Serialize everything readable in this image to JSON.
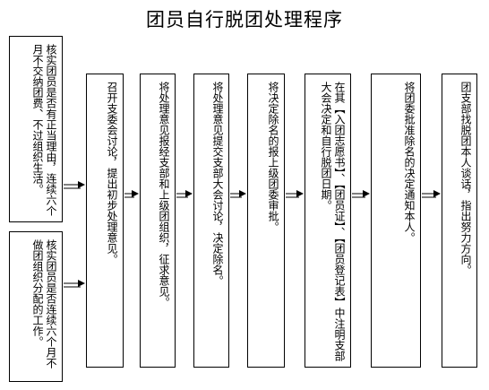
{
  "title": "团员自行脱团处理程序",
  "steps": {
    "verify_a": "核实团员是否有正当理由，连续六个月不交纳团费、不过组织生活。",
    "verify_b": "核实团员是否连续六个月不做团组织分配的工作。",
    "meeting": "召开支委会讨论，提出初步处理意见。",
    "report": "将处理意见报经支部和上级团组织，征求意见。",
    "assembly": "将处理意见提交支部大会讨论，决定除名。",
    "approve": "将决定除名的报上级团委审批。",
    "record": "在其【入团志愿书】、【团员证】、【团员登记表】中注明支部大会决定和自行脱团日期。",
    "notify": "将团委批准除名的决定通知本人。",
    "talk": "团支部找脱团本人谈话，指出努力方向。"
  }
}
